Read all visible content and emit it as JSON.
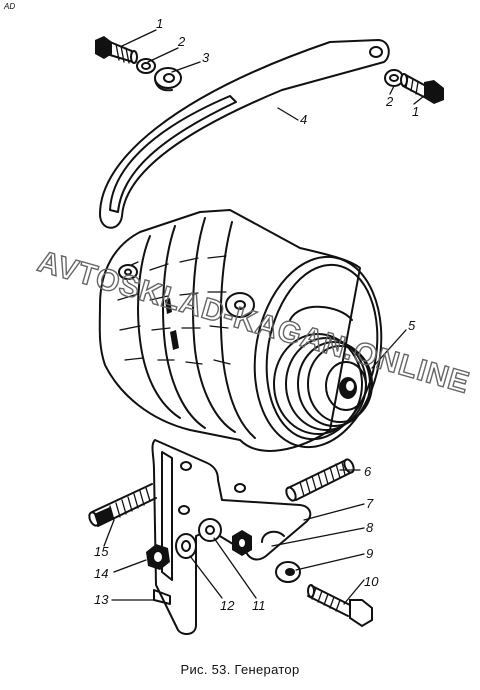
{
  "corner_mark": "AD",
  "caption": "Рис. 53. Генератор",
  "watermark": "AVTOSKLAD-KAGAN.ONLINE",
  "callouts": {
    "c1a": "1",
    "c2a": "2",
    "c3": "3",
    "c4": "4",
    "c2b": "2",
    "c1b": "1",
    "c5": "5",
    "c6": "6",
    "c7": "7",
    "c8": "8",
    "c9": "9",
    "c10": "10",
    "c11": "11",
    "c12": "12",
    "c13": "13",
    "c14": "14",
    "c15": "15"
  }
}
